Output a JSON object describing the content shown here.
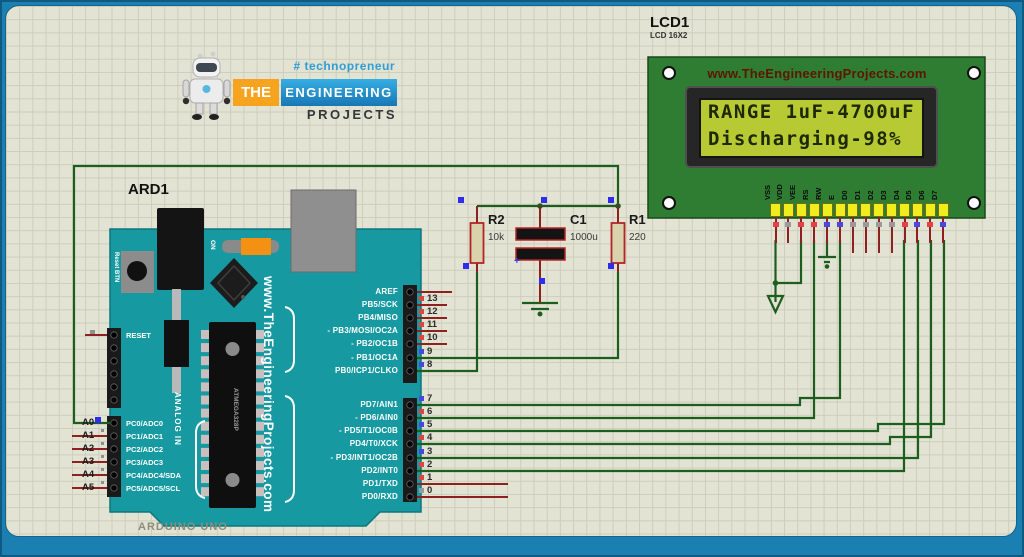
{
  "colors": {
    "frame_blue": "#1b7fb1",
    "canvas_bg": "#e3e3d3",
    "grid_line": "#cdcdbd",
    "wire_green": "#1d5e20",
    "pin_stub_red": "#8e2020",
    "board_teal": "#1699a1",
    "lcd_pcb_green": "#2f7d33",
    "lcd_screen_green": "#b7ca33",
    "pad_yellow": "#f0ec1e",
    "state_red": "#e04343",
    "state_blue": "#4848e0",
    "state_gray": "#9a9a9a",
    "logo_orange": "#f6a41e",
    "logo_blue": "#2196d3"
  },
  "logo": {
    "hashtag": "# technopreneur",
    "the": "THE",
    "engineering": "ENGINEERING",
    "projects": "PROJECTS"
  },
  "lcd": {
    "ref": "LCD1",
    "part": "LCD 16X2",
    "title": "www.TheEngineeringProjects.com",
    "screen_line1": "RANGE 1uF-4700uF",
    "screen_line2": "Discharging-98%",
    "pins": [
      {
        "name": "VSS",
        "state": "red"
      },
      {
        "name": "VDD",
        "state": "gray"
      },
      {
        "name": "VEE",
        "state": "red"
      },
      {
        "name": "RS",
        "state": "red"
      },
      {
        "name": "RW",
        "state": "blue"
      },
      {
        "name": "E",
        "state": "blue"
      },
      {
        "name": "D0",
        "state": "gray"
      },
      {
        "name": "D1",
        "state": "gray"
      },
      {
        "name": "D2",
        "state": "gray"
      },
      {
        "name": "D3",
        "state": "gray"
      },
      {
        "name": "D4",
        "state": "red"
      },
      {
        "name": "D5",
        "state": "blue"
      },
      {
        "name": "D6",
        "state": "red"
      },
      {
        "name": "D7",
        "state": "blue"
      }
    ]
  },
  "arduino": {
    "ref": "ARD1",
    "footer": "ARDUINO UNO",
    "brand": "www.TheEngineeringProjects.com",
    "mcu": "ATMEGA328P",
    "reset_button": "Reset BTN",
    "power_led": "ON",
    "reset_pin": "RESET",
    "analog_group": "ANALOG IN",
    "right_pins_upper": [
      {
        "label": "AREF",
        "num": "",
        "state": ""
      },
      {
        "label": "PB5/SCK",
        "num": "13",
        "state": "red"
      },
      {
        "label": "PB4/MISO",
        "num": "12",
        "state": "red"
      },
      {
        "label": "- PB3/MOSI/OC2A",
        "num": "11",
        "state": "red"
      },
      {
        "label": "- PB2/OC1B",
        "num": "10",
        "state": "red"
      },
      {
        "label": "- PB1/OC1A",
        "num": "9",
        "state": "blue"
      },
      {
        "label": "PB0/ICP1/CLKO",
        "num": "8",
        "state": "blue"
      }
    ],
    "right_pins_lower": [
      {
        "label": "PD7/AIN1",
        "num": "7",
        "state": "blue"
      },
      {
        "label": "- PD6/AIN0",
        "num": "6",
        "state": "red"
      },
      {
        "label": "- PD5/T1/OC0B",
        "num": "5",
        "state": "blue"
      },
      {
        "label": "PD4/T0/XCK",
        "num": "4",
        "state": "red"
      },
      {
        "label": "- PD3/INT1/OC2B",
        "num": "3",
        "state": "blue"
      },
      {
        "label": "PD2/INT0",
        "num": "2",
        "state": "red"
      },
      {
        "label": "PD1/TXD",
        "num": "1",
        "state": "red"
      },
      {
        "label": "PD0/RXD",
        "num": "0",
        "state": "gray"
      }
    ],
    "analog_pins": [
      "PC0/ADC0",
      "PC1/ADC1",
      "PC2/ADC2",
      "PC3/ADC3",
      "PC4/ADC4/SDA",
      "PC5/ADC5/SCL"
    ],
    "header_pins": [
      "A0",
      "A1",
      "A2",
      "A3",
      "A4",
      "A5"
    ]
  },
  "parts": {
    "r2": {
      "ref": "R2",
      "value": "10k"
    },
    "c1": {
      "ref": "C1",
      "value": "1000u"
    },
    "r1": {
      "ref": "R1",
      "value": "220"
    }
  }
}
